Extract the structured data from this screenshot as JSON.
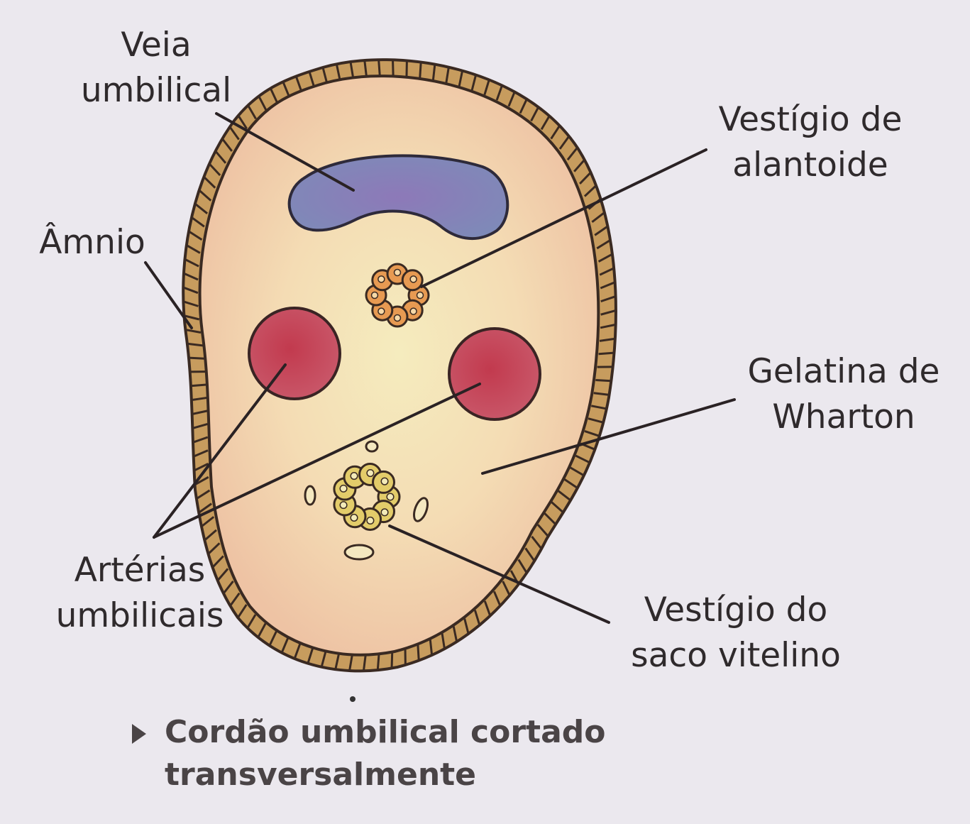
{
  "labels": {
    "veia": [
      "Veia",
      "umbilical"
    ],
    "amnio": [
      "Âmnio"
    ],
    "alantoide": [
      "Vestígio de",
      "alantoide"
    ],
    "gelatina": [
      "Gelatina de",
      "Wharton"
    ],
    "arterias": [
      "Artérias",
      "umbilicais"
    ],
    "vitelino": [
      "Vestígio do",
      "saco vitelino"
    ]
  },
  "caption": {
    "line1": "Cordão umbilical cortado",
    "line2": "transversalmente"
  },
  "colors": {
    "background": "#ebe8ee",
    "amnion_band": "#c59a5c",
    "wharton_jelly": "#f0cca8",
    "wharton_center": "#f2e6ba",
    "vein": "#7a6fa8",
    "artery": "#c04656",
    "allantois_cells": "#e79a52",
    "yolk_cells": "#e3cc6a",
    "outline": "#3a2a22"
  }
}
